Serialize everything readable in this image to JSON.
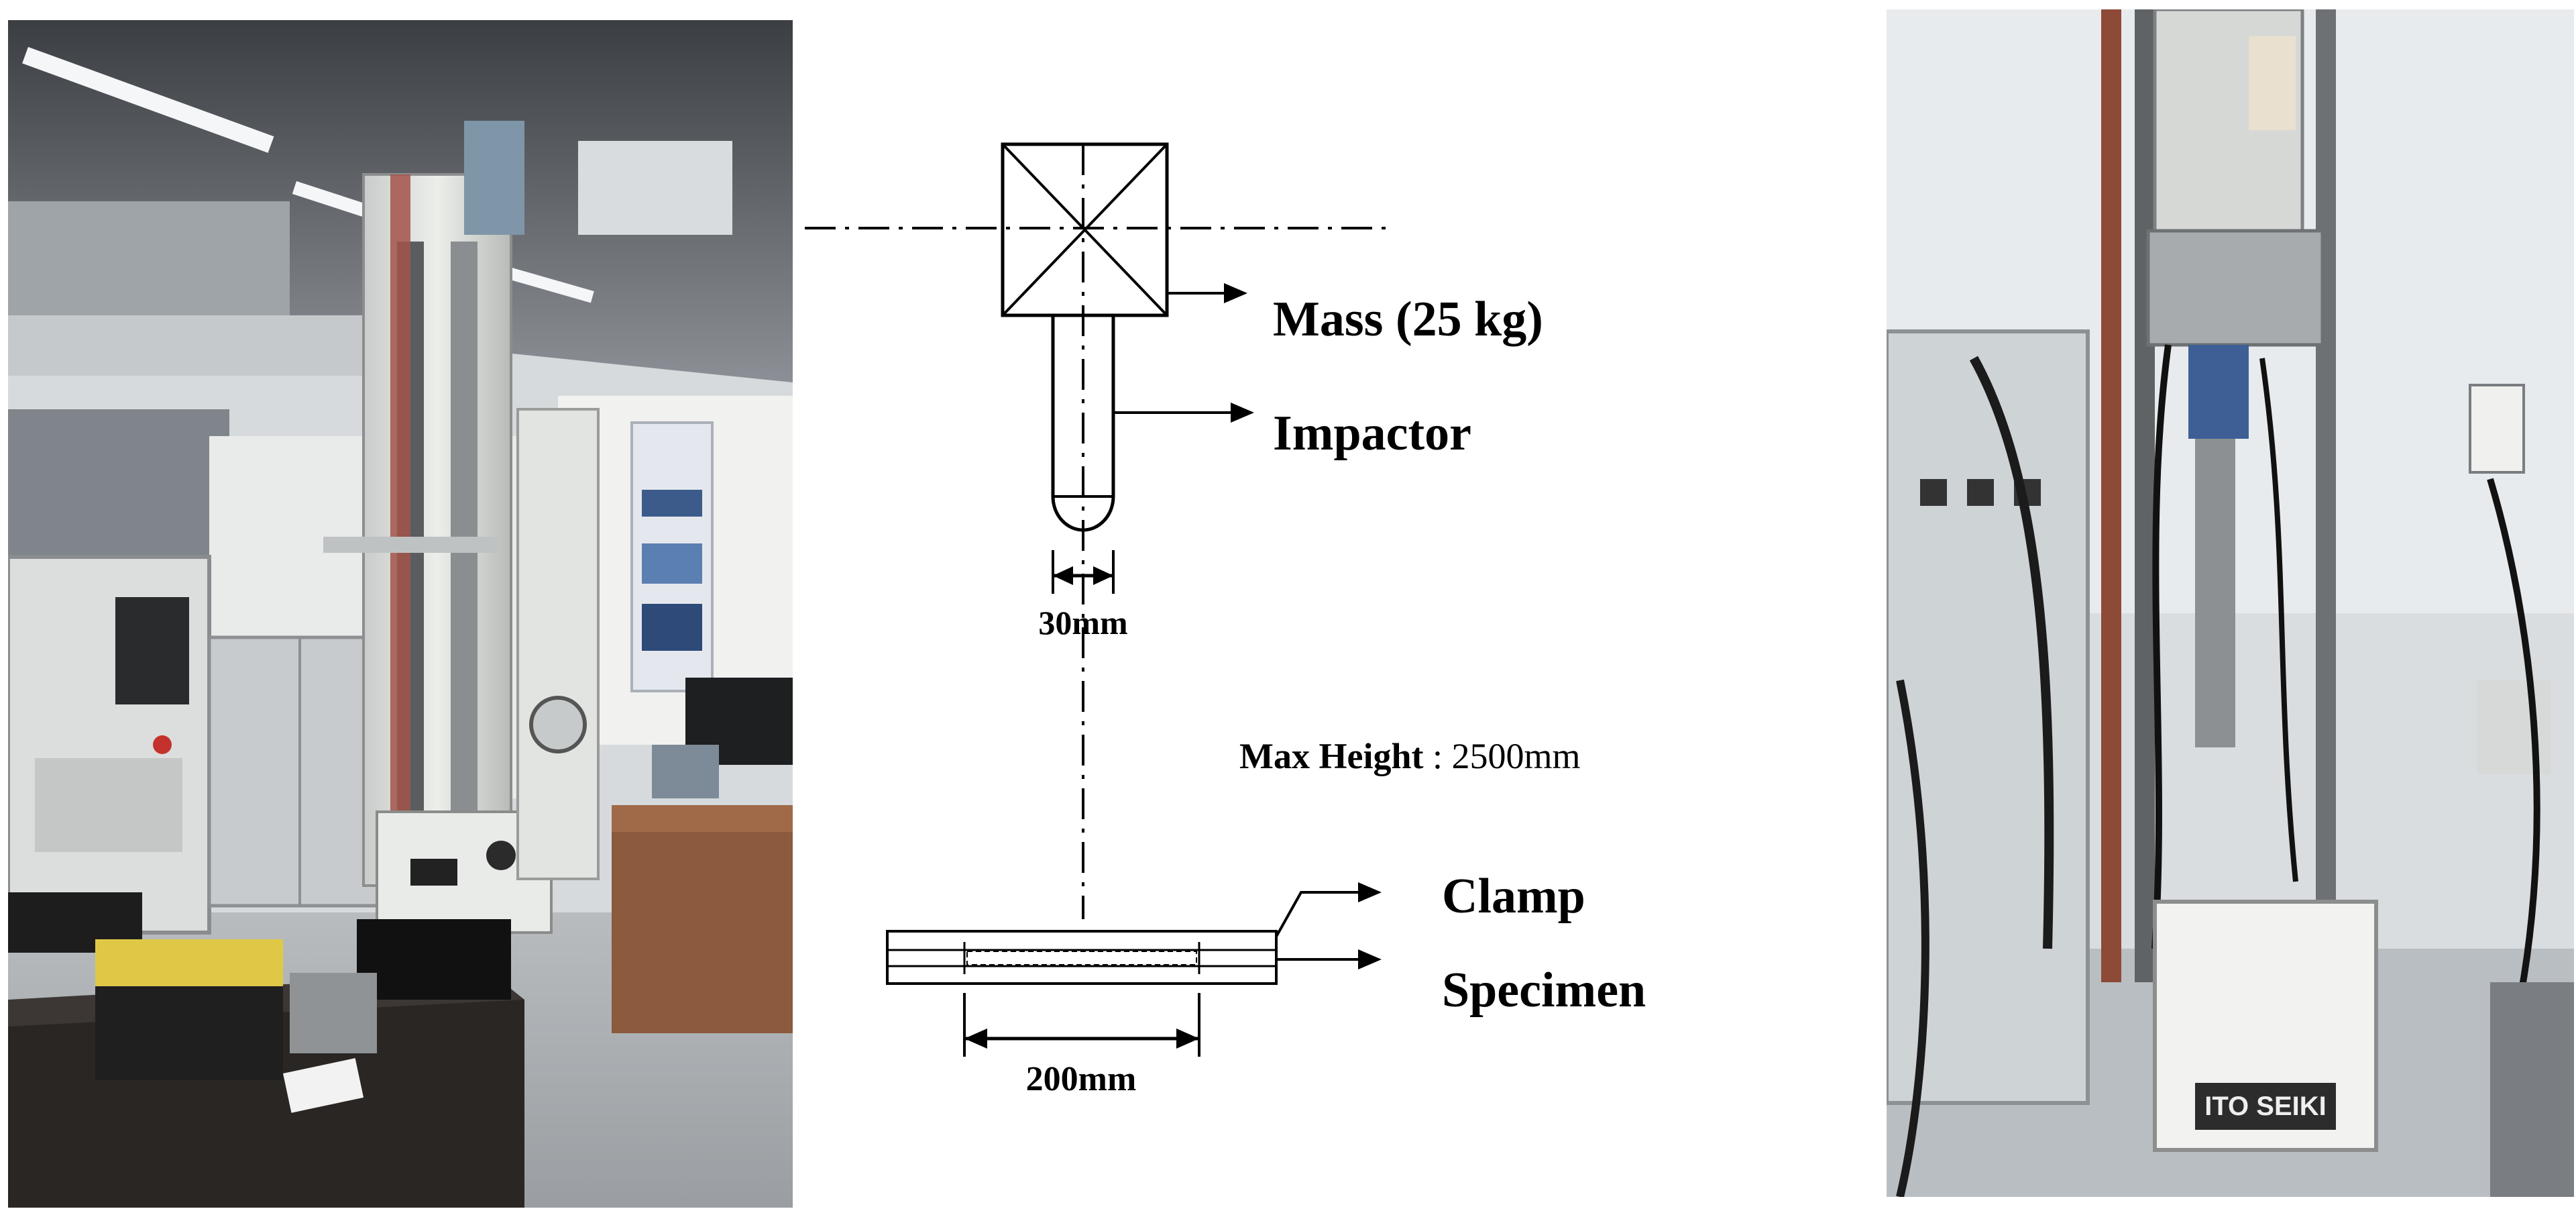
{
  "left_photo": {
    "subject": "drop-weight impact tester in laboratory"
  },
  "right_photo": {
    "subject": "drop-weight impact tester close-up",
    "brand_plate": "ITO SEIKI"
  },
  "schematic": {
    "mass_label": "Mass (25 kg)",
    "impactor_label": "Impactor",
    "impactor_diameter": "30mm",
    "max_height_label": "Max Height",
    "max_height_sep": " : ",
    "max_height_value": "2500mm",
    "clamp_label": "Clamp",
    "specimen_label": "Specimen",
    "specimen_span": "200mm"
  },
  "colors": {
    "line": "#000000",
    "background": "#ffffff"
  }
}
